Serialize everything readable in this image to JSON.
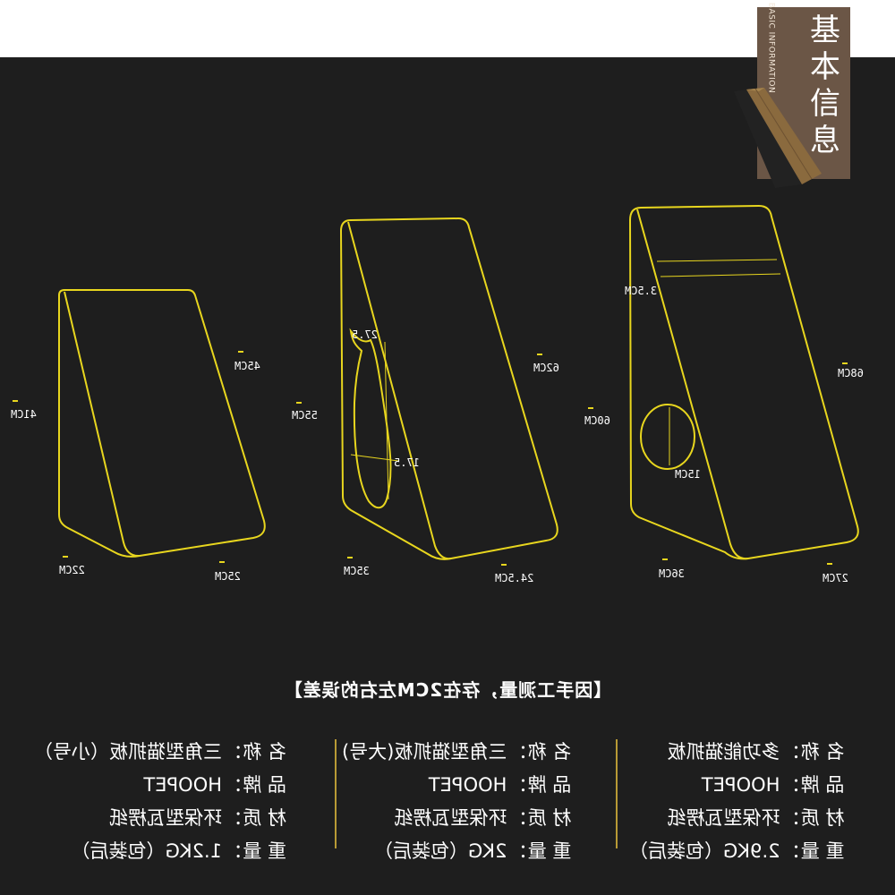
{
  "header": {
    "badge_title": "基本信息",
    "badge_subtitle": "BASIC INFORMATION"
  },
  "products": [
    {
      "dims": {
        "height": "41CM",
        "slope": "45CM",
        "depth": "22CM",
        "base": "25CM"
      }
    },
    {
      "dims": {
        "height": "55CM",
        "slope": "62CM",
        "depth": "35CM",
        "base": "24.5CM",
        "fish_length": "27.5",
        "fish_width": "17.5"
      }
    },
    {
      "dims": {
        "slope": "68CM",
        "height": "60CM",
        "strip": "3.5CM",
        "hole": "15CM",
        "depth": "36CM",
        "base": "27CM"
      }
    }
  ],
  "note": "【因手工测量，存在2CM左右的误差】",
  "specs": [
    {
      "rows": [
        {
          "key": "名 称：",
          "value": "三角型猫抓板（小号）"
        },
        {
          "key": "品 牌：",
          "value": "HOOPET"
        },
        {
          "key": "材 质：",
          "value": "环保型瓦楞纸"
        },
        {
          "key": "重 量：",
          "value": "1.2KG（包装后）"
        }
      ]
    },
    {
      "rows": [
        {
          "key": "名 称：",
          "value": "三角型猫抓板(大号)"
        },
        {
          "key": "品 牌：",
          "value": "HOOPET"
        },
        {
          "key": "材 质：",
          "value": "环保型瓦楞纸"
        },
        {
          "key": "重 量：",
          "value": "2KG（包装后）"
        }
      ]
    },
    {
      "rows": [
        {
          "key": "名 称：",
          "value": "多功能猫抓板"
        },
        {
          "key": "品 牌：",
          "value": "HOOPET"
        },
        {
          "key": "材 质：",
          "value": "环保型瓦楞纸"
        },
        {
          "key": "重 量：",
          "value": "2.9KG（包装后）"
        }
      ]
    }
  ],
  "colors": {
    "background": "#1e1e1e",
    "outline": "#e8d61e",
    "badge": "#6b5646",
    "separator": "#b89a35"
  }
}
